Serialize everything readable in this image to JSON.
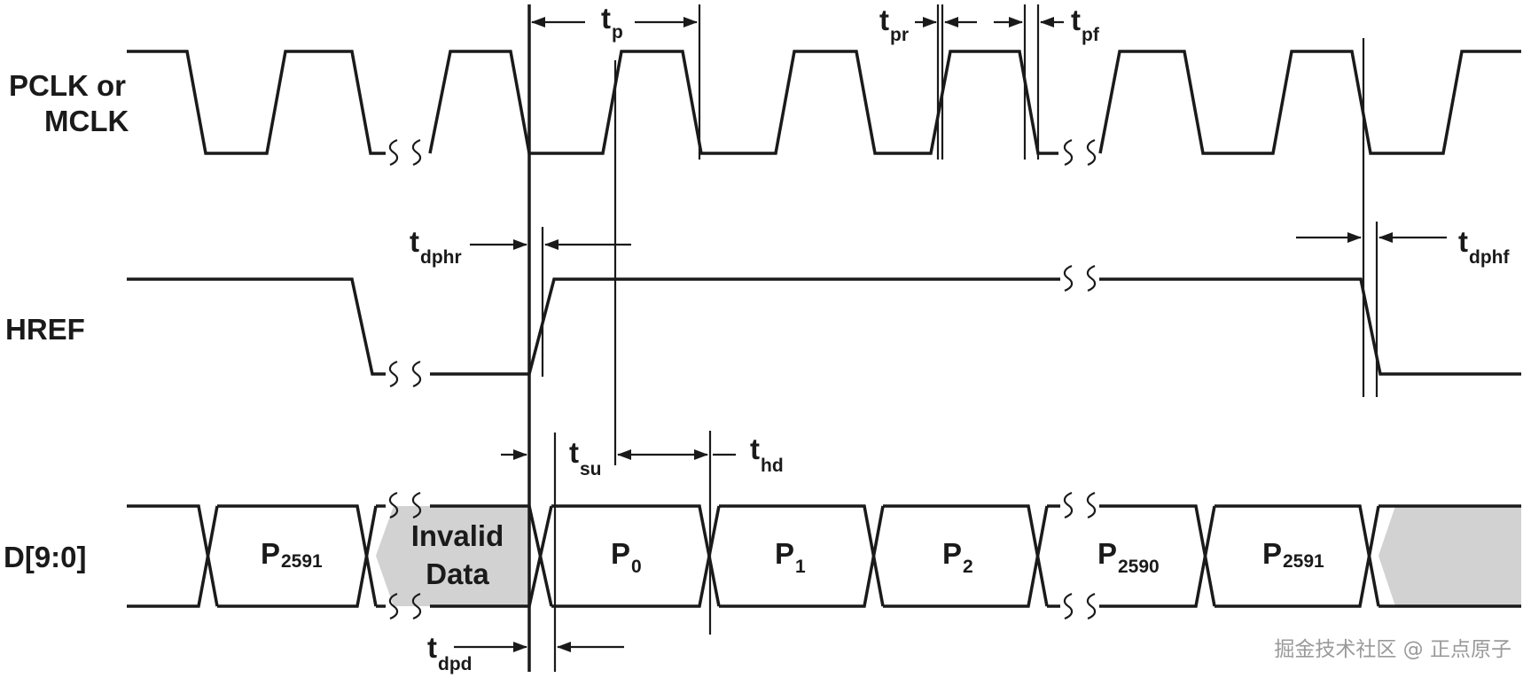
{
  "signals": {
    "clock": {
      "line1": "PCLK or",
      "line2": "MCLK"
    },
    "href": "HREF",
    "data_bus": "D[9:0]"
  },
  "timing_params": {
    "tp": {
      "main": "t",
      "sub": "p"
    },
    "tpr": {
      "main": "t",
      "sub": "pr"
    },
    "tpf": {
      "main": "t",
      "sub": "pf"
    },
    "tdphr": {
      "main": "t",
      "sub": "dphr"
    },
    "tdphf": {
      "main": "t",
      "sub": "dphf"
    },
    "tsu": {
      "main": "t",
      "sub": "su"
    },
    "thd": {
      "main": "t",
      "sub": "hd"
    },
    "tdpd": {
      "main": "t",
      "sub": "dpd"
    }
  },
  "data_cells": [
    {
      "main": "P",
      "sub": "2591"
    },
    {
      "line1": "Invalid",
      "line2": "Data",
      "shaded": true
    },
    {
      "main": "P",
      "sub": "0"
    },
    {
      "main": "P",
      "sub": "1"
    },
    {
      "main": "P",
      "sub": "2"
    },
    {
      "main": "P",
      "sub": "2590"
    },
    {
      "main": "P",
      "sub": "2591"
    }
  ],
  "colors": {
    "line": "#1a1a1a",
    "shade": "#d2d2d2",
    "background": "#ffffff",
    "watermark": "#9a9a9a"
  },
  "watermark": "掘金技术社区 @ 正点原子"
}
